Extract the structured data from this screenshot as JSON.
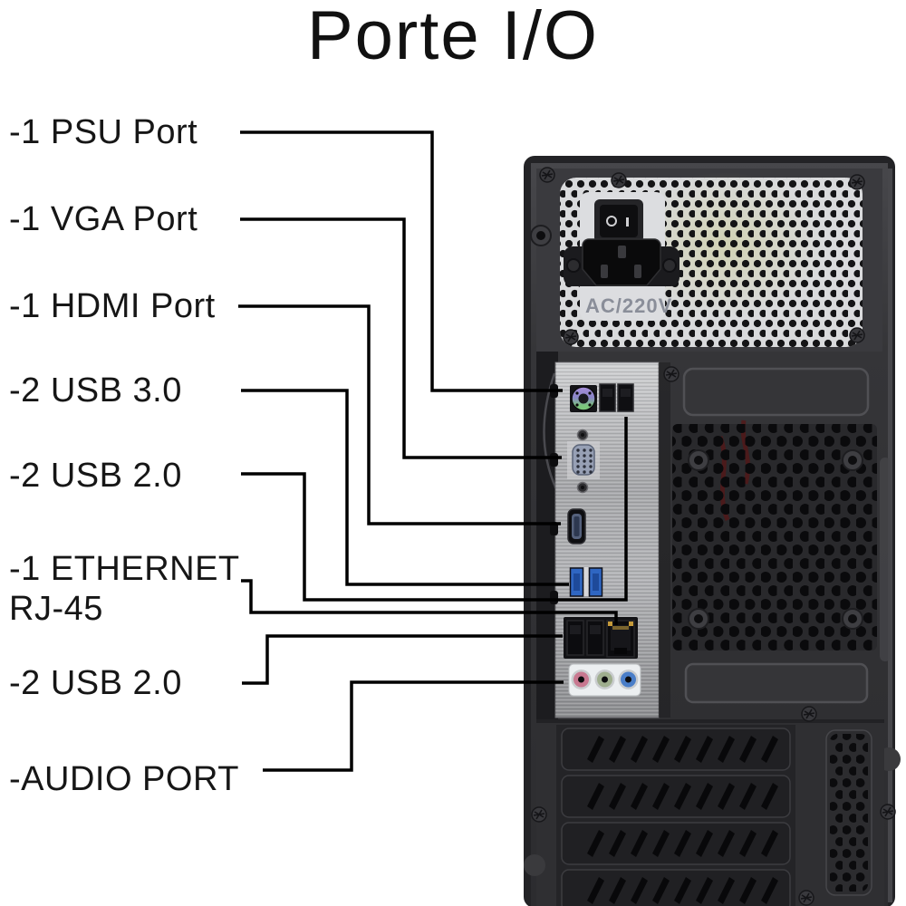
{
  "title": "Porte I/O",
  "labels": {
    "psu": "-1 PSU Port",
    "vga": "-1 VGA Port",
    "hdmi": "-1 HDMI Port",
    "usb30": "-2 USB 3.0",
    "usb20_top": "-2 USB 2.0",
    "ethernet_line1": "-1 ETHERNET",
    "ethernet_line2": "RJ-45",
    "usb20_bottom": "-2 USB 2.0",
    "audio": "-AUDIO PORT"
  },
  "tower": {
    "psu_label": "AC/220V"
  },
  "colors": {
    "line": "#000000",
    "psu_plate": "#d9dadc",
    "case_dark": "#2c2c2f",
    "io_panel": "#a7a8ab",
    "usb3_blue": "#2f66c2",
    "usb3_inner": "#1e4a9a",
    "ps2_purple": "#a88fd8",
    "ps2_green": "#7cc67c",
    "vga_body": "#97a0b5",
    "audio_pink": "#c87890",
    "audio_green": "#9fae8e",
    "audio_blue": "#4a7ec8",
    "psu_text": "#8a8e99"
  }
}
